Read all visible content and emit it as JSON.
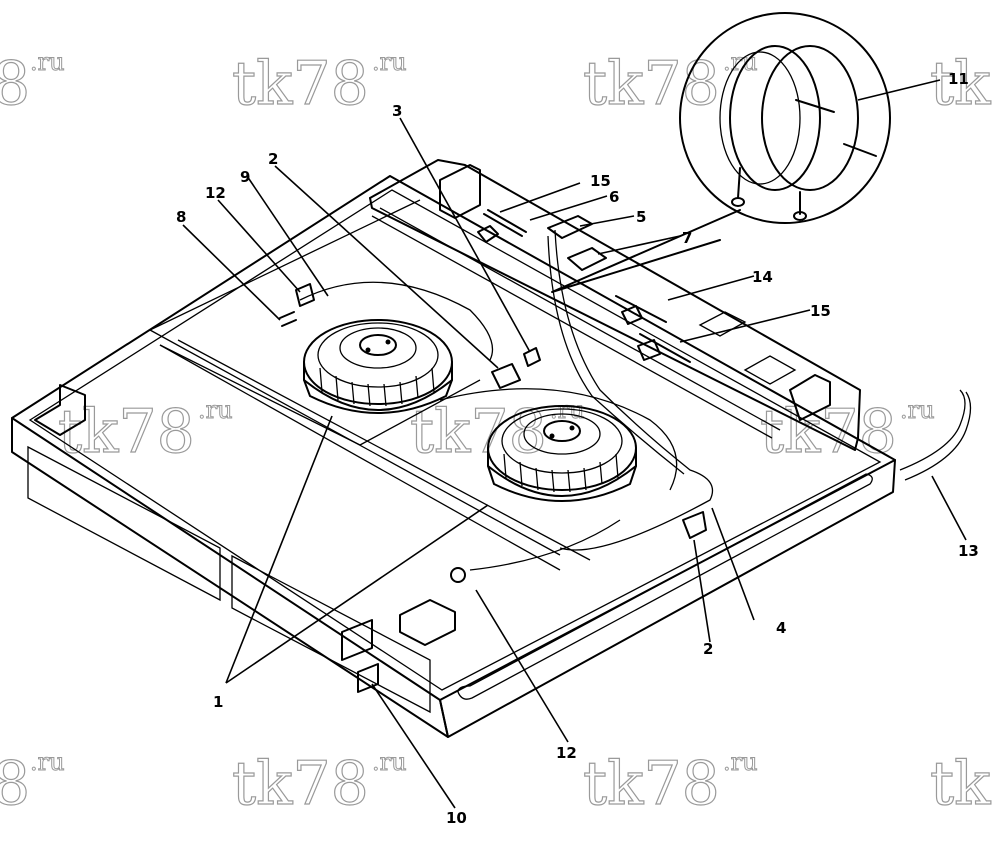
{
  "watermark": {
    "main": "tk78",
    "suffix": ".ru",
    "partial_left": "8",
    "partial_right": "tk"
  },
  "callouts": {
    "c1": "1",
    "c2a": "2",
    "c2b": "2",
    "c3": "3",
    "c4": "4",
    "c5": "5",
    "c6": "6",
    "c7": "7",
    "c8": "8",
    "c9": "9",
    "c10": "10",
    "c11": "11",
    "c12a": "12",
    "c12b": "12",
    "c13": "13",
    "c14": "14",
    "c15a": "15",
    "c15b": "15"
  }
}
